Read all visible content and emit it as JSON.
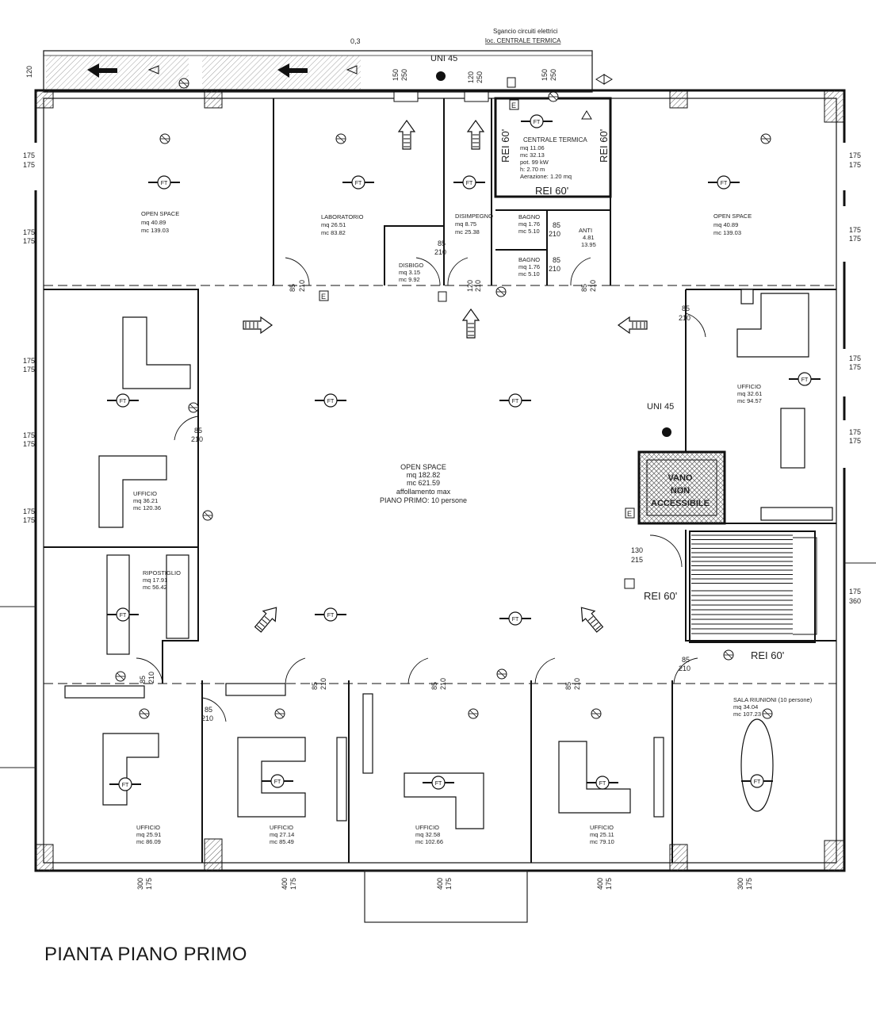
{
  "title": "PIANTA PIANO PRIMO",
  "top_notes": {
    "sgancio_1": "Sgancio circuiti elettrici",
    "sgancio_2": "loc. CENTRALE TERMICA",
    "dim_03": "0,3",
    "dim_120": "120",
    "uni45": "UNI 45"
  },
  "rooms": {
    "open_space_nw": {
      "name": "OPEN SPACE",
      "mq": "mq  40.89",
      "mc": "mc  139.03"
    },
    "laboratorio": {
      "name": "LABORATORIO",
      "mq": "mq  26.51",
      "mc": "mc  83.82"
    },
    "disbigo": {
      "name": "DISBIGO",
      "mq": "mq  3.15",
      "mc": "mc  9.92"
    },
    "disimpegno": {
      "name": "DISIMPEGNO",
      "mq": "mq  8.75",
      "mc": "mc  25.38"
    },
    "centrale": {
      "name": "CENTRALE TERMICA",
      "l1": "mq  11.06",
      "l2": "mc  32.13",
      "l3": "pot.            99 kW",
      "l4": "h:              2.70 m",
      "l5": "Aerazione:  1.20 mq"
    },
    "bagno1": {
      "name": "BAGNO",
      "mq": "mq  1.76",
      "mc": "mc  5.10"
    },
    "bagno2": {
      "name": "BAGNO",
      "mq": "mq  1.76",
      "mc": "mc  5.10"
    },
    "anti": {
      "name": "ANTI",
      "mq": "4.81",
      "mc": "13.95"
    },
    "open_space_ne": {
      "name": "OPEN SPACE",
      "mq": "mq  40.89",
      "mc": "mc  139.03"
    },
    "ufficio_e": {
      "name": "UFFICIO",
      "mq": "mq  32.61",
      "mc": "mc  94.57"
    },
    "ufficio_w": {
      "name": "UFFICIO",
      "mq": "mq  36.21",
      "mc": "mc  120.36"
    },
    "open_space_c": {
      "name": "OPEN SPACE",
      "mq": "mq  182.82",
      "mc": "mc  621.59",
      "l3": "affollamento max",
      "l4": "PIANO PRIMO: 10 persone"
    },
    "ripostiglio": {
      "name": "RIPOSTIGLIO",
      "mq": "mq  17.91",
      "mc": "mc  56.42"
    },
    "ufficio_s1": {
      "name": "UFFICIO",
      "mq": "mq  25.91",
      "mc": "mc  86.09"
    },
    "ufficio_s2": {
      "name": "UFFICIO",
      "mq": "mq  27.14",
      "mc": "mc  85.49"
    },
    "ufficio_s3": {
      "name": "UFFICIO",
      "mq": "mq  32.58",
      "mc": "mc  102.66"
    },
    "ufficio_s4": {
      "name": "UFFICIO",
      "mq": "mq  25.11",
      "mc": "mc  79.10"
    },
    "sala": {
      "name": "SALA RIUNIONI (10 persone)",
      "mq": "mq  34.04",
      "mc": "mc  107.23"
    },
    "vano": {
      "l1": "VANO",
      "l2": "NON",
      "l3": "ACCESSIBILE"
    }
  },
  "labels": {
    "rei60": "REI 60'",
    "ft": "FT",
    "e": "E",
    "uni45": "UNI 45"
  },
  "dims": {
    "d85": "85",
    "d210": "210",
    "d120": "120",
    "d150": "150",
    "d250": "250",
    "d175": "175",
    "d130": "130",
    "d215": "215",
    "d360": "360",
    "d300": "300",
    "d400": "400"
  }
}
